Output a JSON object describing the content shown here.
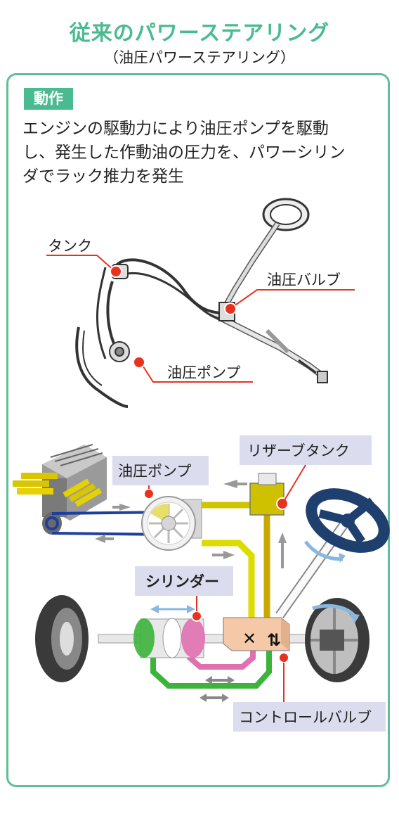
{
  "header": {
    "title": "従来のパワーステアリング",
    "subtitle": "（油圧パワーステアリング）"
  },
  "section": {
    "badge": "動作",
    "description_lines": [
      "エンジンの駆動力により油圧ポンプを駆動",
      "し、発生した作動油の圧力を、パワーシリン",
      "ダでラック推力を発生"
    ]
  },
  "illustration_labels": {
    "tank": "タンク",
    "hydraulic_valve": "油圧バルブ",
    "hydraulic_pump": "油圧ポンプ"
  },
  "schematic_labels": {
    "pump": "油圧ポンプ",
    "reservoir": "リザーブタンク",
    "cylinder": "シリンダー",
    "control_valve": "コントロールバルブ"
  },
  "colors": {
    "accent": "#4aba90",
    "marker": "#e8321e",
    "label_bg": "#dcdcef",
    "oil_yellow": "#d9d600",
    "oil_green": "#3cb43c",
    "oil_pink": "#e070b0",
    "wheel_blue": "#1f3f6e",
    "valve_body": "#f5c9a8"
  }
}
